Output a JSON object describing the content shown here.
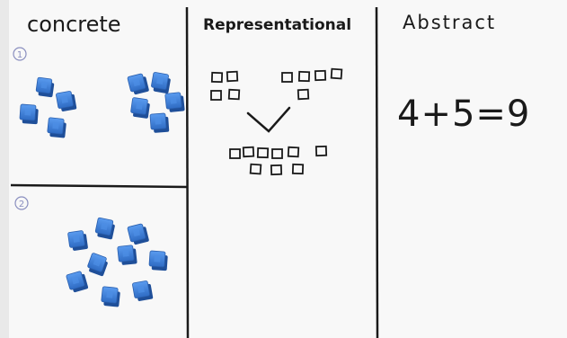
{
  "columns": {
    "concrete": {
      "heading": "concrete"
    },
    "representational": {
      "heading": "Representational"
    },
    "abstract": {
      "heading": "Abstract",
      "equation": "4+5=9"
    }
  },
  "examples": {
    "first_marker": "1",
    "second_marker": "2"
  },
  "colors": {
    "paper": "#f9f9f9",
    "ink": "#1a1a1a",
    "cube": "#3f7fd6",
    "marker_circle": "#8a8fbf"
  }
}
